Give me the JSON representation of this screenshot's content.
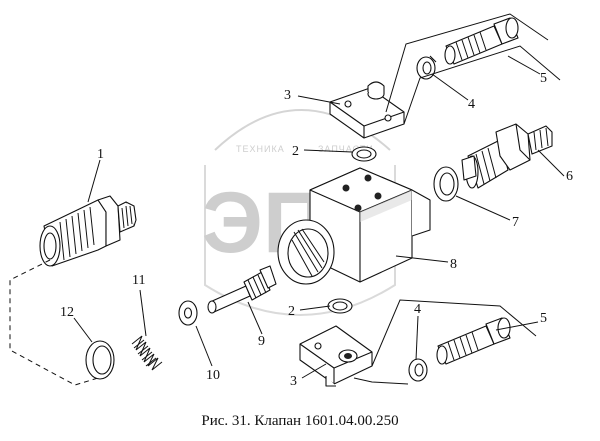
{
  "caption": "Рис. 31. Клапан 1601.04.00.250",
  "watermark": {
    "letters": "ЭПФ",
    "arc_text_left": "ТЕХНИКА",
    "arc_text_right": "ЗАПЧАСТИ"
  },
  "callouts": [
    {
      "id": "c1",
      "label": "1"
    },
    {
      "id": "c2a",
      "label": "2"
    },
    {
      "id": "c2b",
      "label": "2"
    },
    {
      "id": "c3a",
      "label": "3"
    },
    {
      "id": "c3b",
      "label": "3"
    },
    {
      "id": "c4a",
      "label": "4"
    },
    {
      "id": "c4b",
      "label": "4"
    },
    {
      "id": "c5a",
      "label": "5"
    },
    {
      "id": "c5b",
      "label": "5"
    },
    {
      "id": "c6",
      "label": "6"
    },
    {
      "id": "c7",
      "label": "7"
    },
    {
      "id": "c8",
      "label": "8"
    },
    {
      "id": "c9",
      "label": "9"
    },
    {
      "id": "c10",
      "label": "10"
    },
    {
      "id": "c11",
      "label": "11"
    },
    {
      "id": "c12",
      "label": "12"
    }
  ]
}
